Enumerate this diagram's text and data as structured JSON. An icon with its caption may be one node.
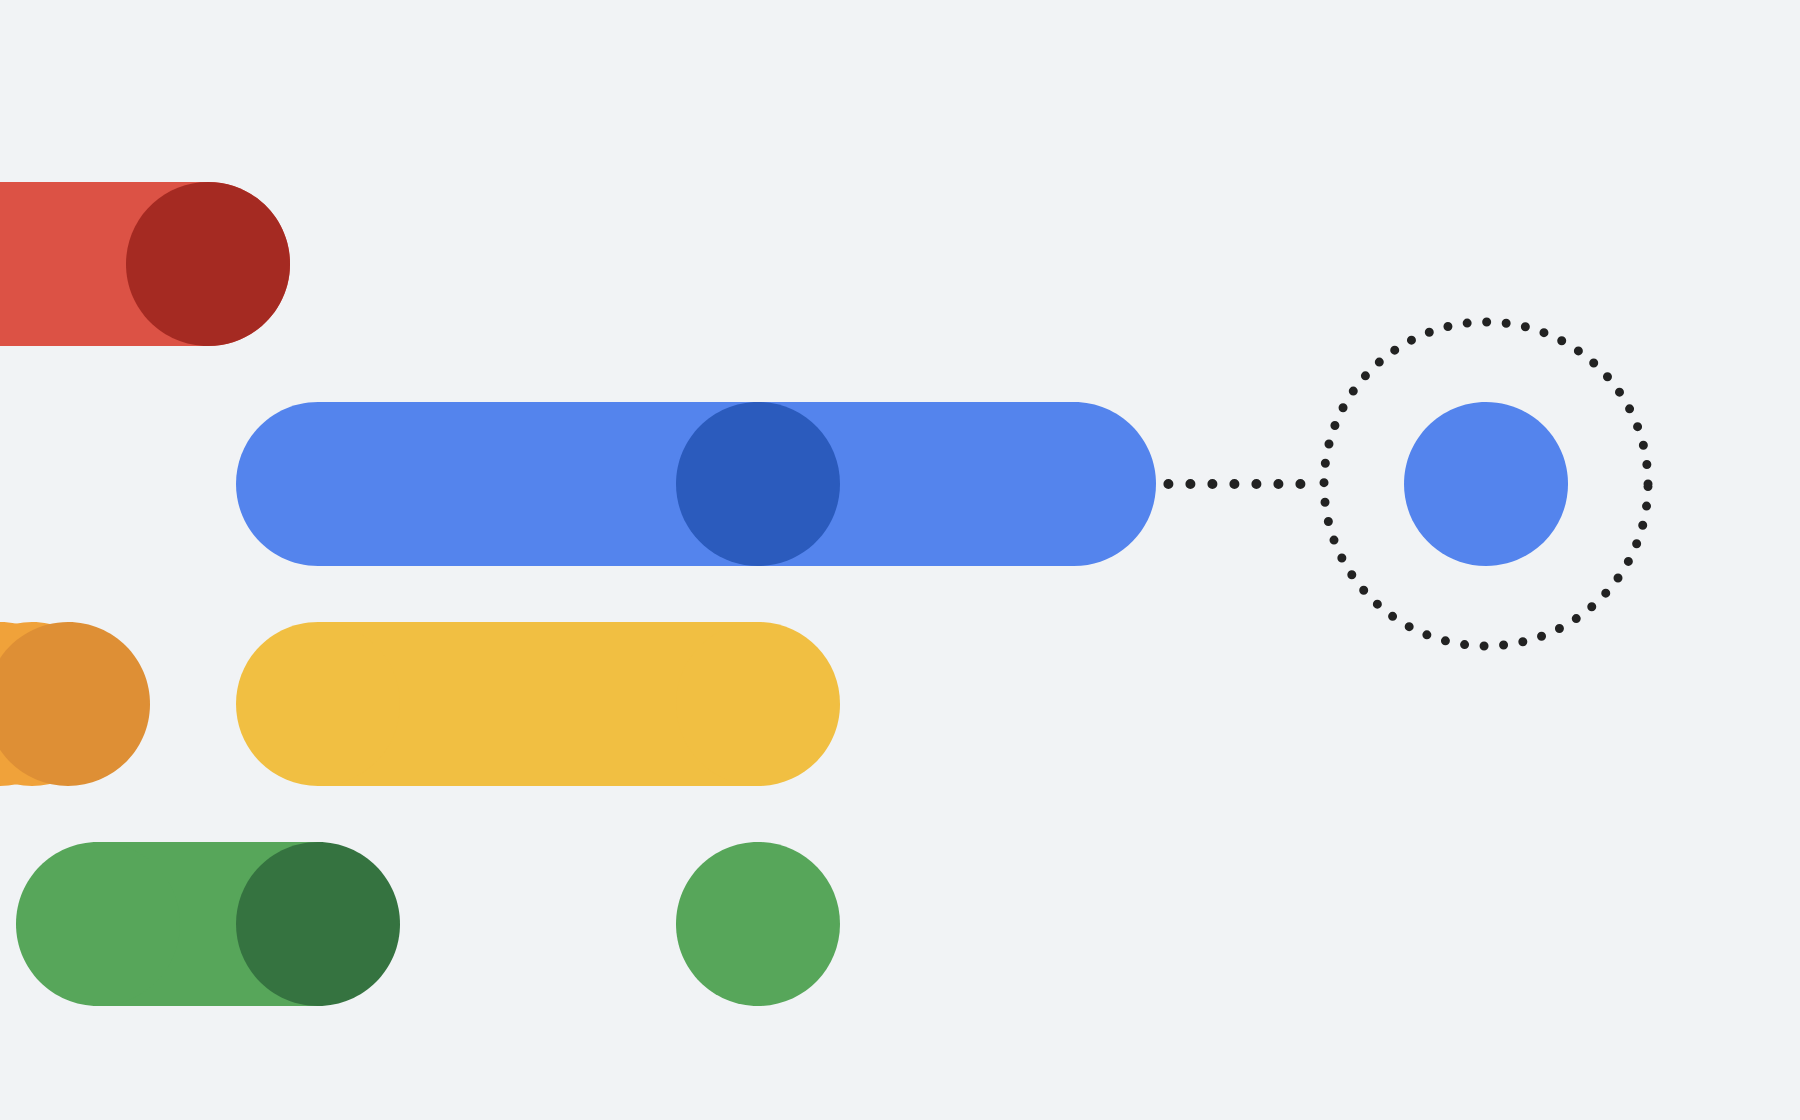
{
  "diagram": {
    "nodes": [
      {
        "text": [],
        "shape": "bar"
      },
      {
        "text": [],
        "shape": "circle"
      },
      {
        "text": [],
        "shape": "circle",
        "in": 1
      }
    ],
    "edges": [
      {
        "from": 0,
        "to": 1,
        "arrow": "none",
        "style": "dashed"
      }
    ]
  }
}
